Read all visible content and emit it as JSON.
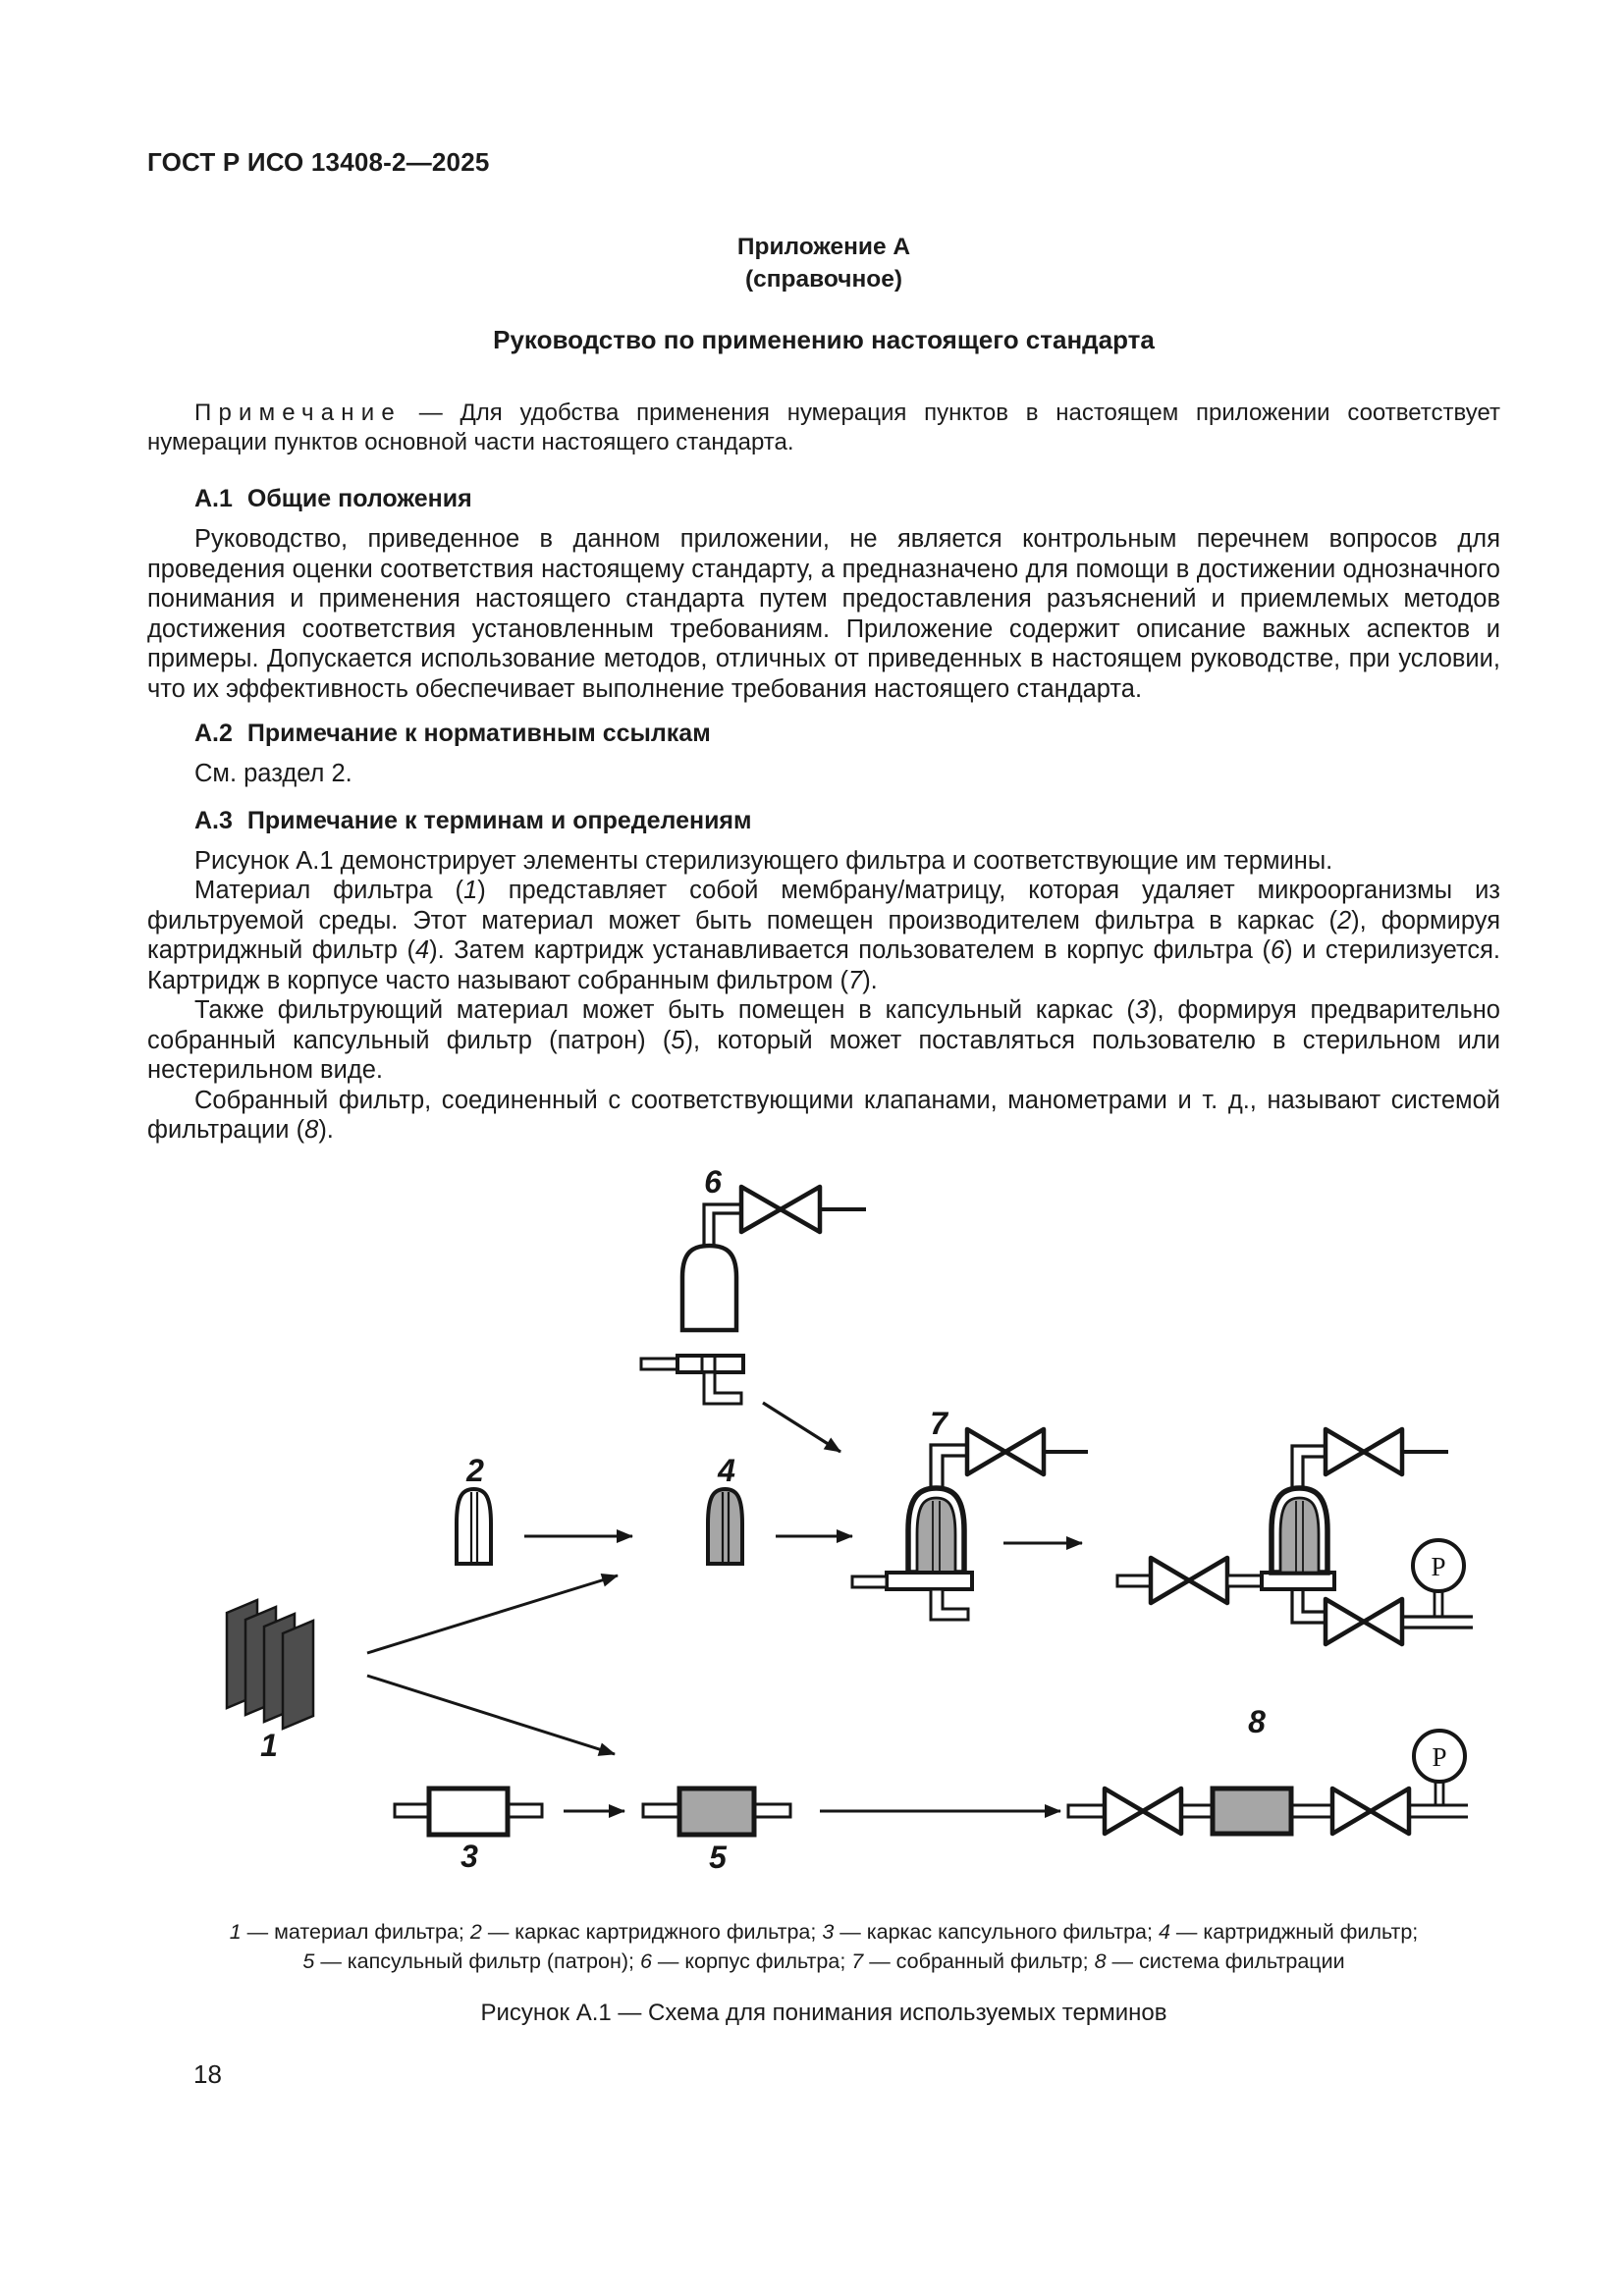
{
  "page": {
    "header": "ГОСТ Р ИСО 13408-2—2025",
    "page_number": "18"
  },
  "appendix": {
    "label": "Приложение А",
    "type": "(справочное)",
    "title": "Руководство по применению настоящего стандарта",
    "note": {
      "label": "Примечание",
      "text": "— Для удобства применения нумерация пунктов в настоящем приложении соответствует нумерации пунктов основной части настоящего стандарта."
    },
    "sections": {
      "a1": {
        "num": "А.1",
        "title": "Общие положения",
        "p1": "Руководство, приведенное в данном приложении, не является контрольным перечнем вопросов для проведения оценки соответствия настоящему стандарту, а предназначено для помощи в достижении однозначного понимания и применения настоящего стандарта путем предоставления разъяснений и приемлемых методов достижения соответствия установленным требованиям. Приложение содержит описание важных аспектов и примеры. Допускается использование методов, отличных от приведенных в настоящем руководстве, при условии, что их эффективность обеспечивает выполнение требования настоящего стандарта."
      },
      "a2": {
        "num": "А.2",
        "title": "Примечание к нормативным ссылкам",
        "p1": "См. раздел 2."
      },
      "a3": {
        "num": "А.3",
        "title": "Примечание к терминам и определениям",
        "p1": "Рисунок А.1 демонстрирует элементы стерилизующего фильтра и соответствующие им термины.",
        "p2": "Материал фильтра (*1*) представляет собой мембрану/матрицу, которая удаляет микроорганизмы из фильтруемой среды. Этот материал может быть помещен производителем фильтра в каркас (*2*), формируя картриджный фильтр (*4*). Затем картридж устанавливается пользователем в корпус фильтра (*6*) и стерилизуется. Картридж в корпусе часто называют собранным фильтром (*7*).",
        "p3": "Также фильтрующий материал может быть помещен в капсульный каркас (*3*), формируя предварительно собранный капсульный фильтр (патрон) (*5*), который может поставляться пользователю в стерильном или нестерильном виде.",
        "p4": "Собранный фильтр, соединенный с соответствующими клапанами, манометрами и т. д., называют системой фильтрации (*8*)."
      }
    }
  },
  "figure": {
    "labels": {
      "n1": "1",
      "n2": "2",
      "n3": "3",
      "n4": "4",
      "n5": "5",
      "n6": "6",
      "n7": "7",
      "n8": "8",
      "gauge": "P"
    },
    "colors": {
      "line": "#161616",
      "gray_fill": "#a6a6a6",
      "material_fill": "#4d4d4d"
    },
    "legend_line1": "*1* — материал фильтра; *2* — каркас картриджного фильтра; *3* — каркас капсульного фильтра; *4* — картриджный фильтр;",
    "legend_line2": "*5* — капсульный фильтр (патрон); *6* — корпус фильтра; *7* — собранный фильтр; *8* — система фильтрации",
    "caption": "Рисунок А.1 — Схема для понимания используемых терминов"
  }
}
